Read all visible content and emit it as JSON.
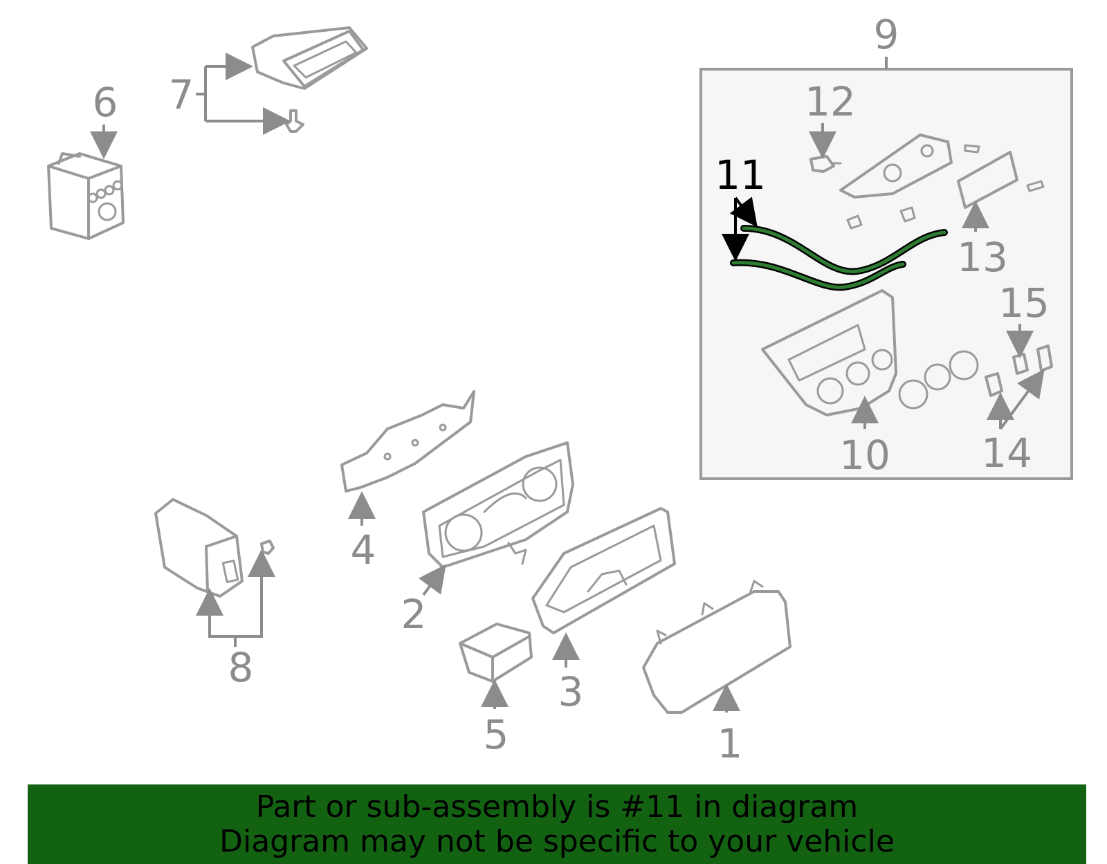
{
  "callouts": {
    "c1": "1",
    "c2": "2",
    "c3": "3",
    "c4": "4",
    "c5": "5",
    "c6": "6",
    "c7": "7",
    "c8": "8",
    "c9": "9",
    "c10": "10",
    "c11": "11",
    "c12": "12",
    "c13": "13",
    "c14": "14",
    "c15": "15"
  },
  "highlighted_part": "11",
  "colors": {
    "part_stroke": "#9a9a9a",
    "highlight_stroke": "#000000",
    "highlight_fill": "#2e7d32",
    "inset_background": "#f6f6f6",
    "banner_background": "#136212"
  },
  "banner": {
    "line1": "Part or sub-assembly is #11 in diagram",
    "line2": "Diagram may not be specific to your vehicle"
  }
}
